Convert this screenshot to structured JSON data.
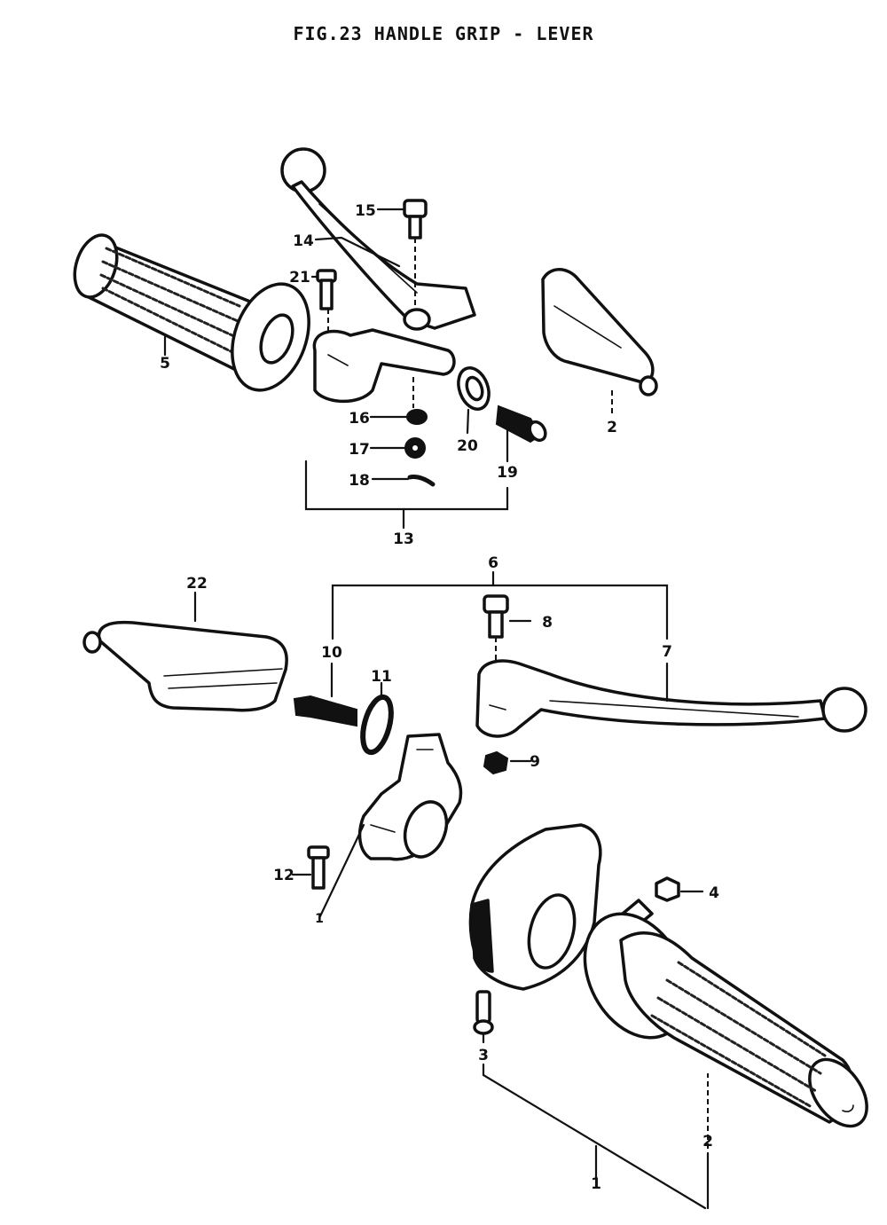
{
  "figure_title": "FIG.23  HANDLE GRIP - LEVER",
  "callouts": {
    "c1a": "1",
    "c1b": "1",
    "c2a": "2",
    "c2b": "2",
    "c3": "3",
    "c4": "4",
    "c5": "5",
    "c6": "6",
    "c7": "7",
    "c8": "8",
    "c9": "9",
    "c10": "10",
    "c11": "11",
    "c12": "12",
    "c13": "13",
    "c14": "14",
    "c15": "15",
    "c16": "16",
    "c17": "17",
    "c18": "18",
    "c19": "19",
    "c20": "20",
    "c21": "21",
    "c22": "22"
  }
}
